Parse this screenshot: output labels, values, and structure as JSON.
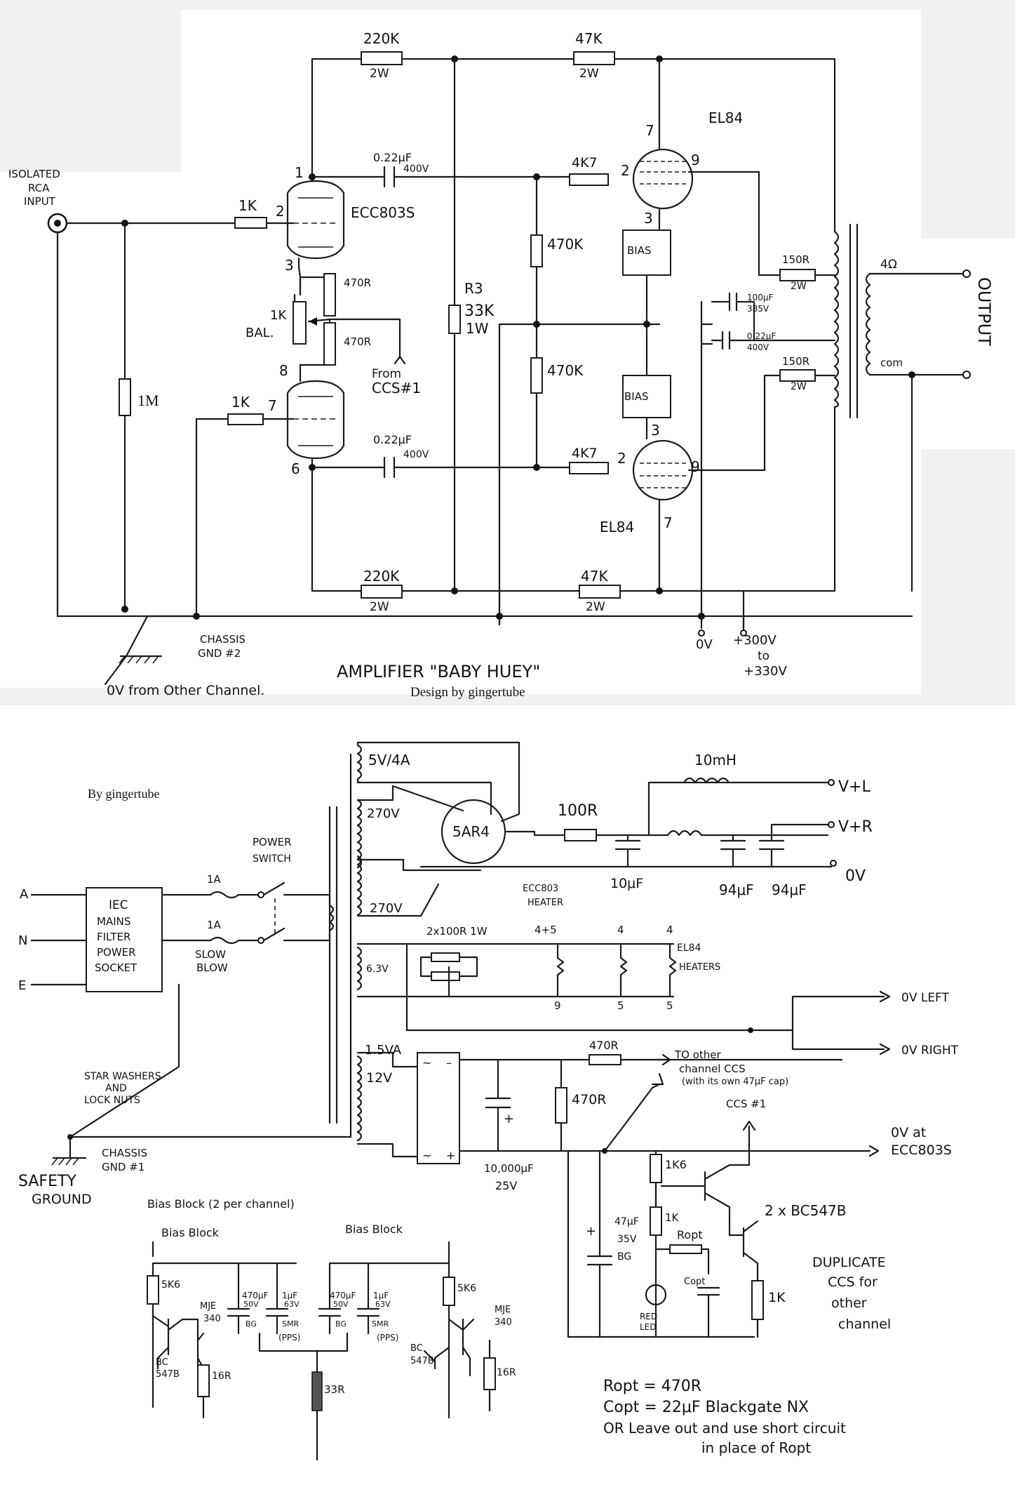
{
  "amp": {
    "input": [
      "ISOLATED",
      "RCA",
      "INPUT"
    ],
    "r_top_220k": "220K",
    "r_top_220k_w": "2W",
    "r_top_47k": "47K",
    "r_top_47k_w": "2W",
    "tube_el84_top": "EL84",
    "tube_el84_bottom": "EL84",
    "tube_ecc": "ECC803S",
    "cap_top": [
      "0.22μF",
      "400V"
    ],
    "cap_bottom": [
      "0.22μF",
      "400V"
    ],
    "r_grid_top": "4K7",
    "r_grid_bottom": "4K7",
    "r_in_top": "1K",
    "r_in_bottom": "1K",
    "r_470k_top": "470K",
    "r_470k_bottom": "470K",
    "r3": [
      "R3",
      "33K",
      "1W"
    ],
    "bal": [
      "1K",
      "BAL."
    ],
    "r_470r_a": "470R",
    "r_470r_b": "470R",
    "from_ccs": [
      "From",
      "CCS#1"
    ],
    "r_1m": "1M",
    "bias_top": "BIAS",
    "bias_bottom": "BIAS",
    "r_150_top": "150R",
    "r_150_top_w": "2W",
    "r_150_bottom": "150R",
    "r_150_bottom_w": "2W",
    "cap_100": [
      "100μF",
      "385V"
    ],
    "cap_022b": [
      "0.22μF",
      "400V"
    ],
    "out_4": "4Ω",
    "out_com": "com",
    "output": "OUTPUT",
    "r_bot_220k": "220K",
    "r_bot_220k_w": "2W",
    "r_bot_47k": "47K",
    "r_bot_47k_w": "2W",
    "chassis": [
      "CHASSIS",
      "GND #2"
    ],
    "zero_v": "0V",
    "hv": [
      "+300V",
      "to",
      "+330V"
    ],
    "title": "AMPLIFIER \"BABY HUEY\"",
    "other_channel": "0V from Other Channel.",
    "design_credit": "Design by gingertube",
    "pins": {
      "p1": "1",
      "p2": "2",
      "p3": "3",
      "p8": "8",
      "p7": "7",
      "p6": "6",
      "e7": "7",
      "e2": "2",
      "e3": "3",
      "e9": "9",
      "f3": "3",
      "f2": "2",
      "f9": "9",
      "f7": "7"
    }
  },
  "psu": {
    "credit": "By gingertube",
    "w5v": "5V/4A",
    "w270a": "270V",
    "w270b": "270V",
    "rect": "5AR4",
    "r100": "100R",
    "choke": "10mH",
    "vl": "V+L",
    "vr": "V+R",
    "ov": "0V",
    "c10": "10μF",
    "c94a": "94μF",
    "c94b": "94μF",
    "ecc_heater": [
      "ECC803",
      "HEATER"
    ],
    "power_switch": [
      "POWER",
      "SWITCH"
    ],
    "a": "A",
    "n": "N",
    "e": "E",
    "iec": [
      "IEC",
      "MAINS",
      "FILTER",
      "POWER",
      "SOCKET"
    ],
    "fuse1": "1A",
    "fuse2": "1A",
    "slow": [
      "SLOW",
      "BLOW"
    ],
    "r2x100": "2x100R 1W",
    "h_pins_top": [
      "4+5",
      "4",
      "4"
    ],
    "h_pins_bot": [
      "9",
      "5",
      "5"
    ],
    "el84_heaters": [
      "EL84",
      "HEATERS"
    ],
    "w63": "6.3V",
    "ov_left": "0V LEFT",
    "ov_right": "0V RIGHT",
    "w15va": "1.5VA",
    "w12v": "12V",
    "r470_ccs": "470R",
    "to_other": [
      "TO other",
      "channel CCS",
      "(with its own 47μF cap)"
    ],
    "r470_v": "470R",
    "ccs1": "CCS #1",
    "ov_at": [
      "0V at",
      "ECC803S"
    ],
    "star": [
      "STAR WASHERS",
      "AND",
      "LOCK NUTS"
    ],
    "chassis1": [
      "CHASSIS",
      "GND #1"
    ],
    "safety": [
      "SAFETY",
      "GROUND"
    ],
    "bias_pair": "Bias Block (2 per channel)",
    "cap_10000": [
      "10,000μF",
      "25V"
    ],
    "r1k6": "1K6",
    "r1k": "1K",
    "ropt": "Ropt",
    "copt": "Copt",
    "c47": [
      "47μF",
      "35V",
      "BG"
    ],
    "red_led": [
      "RED",
      "LED"
    ],
    "r1k_b": "1K",
    "bc547": "2 x BC547B",
    "duplicate": [
      "DUPLICATE",
      "CCS for",
      "other",
      "channel"
    ],
    "bias_block_l": "Bias Block",
    "bias_block_r": "Bias Block",
    "bb_5k6": "5K6",
    "bb_mje": [
      "MJE",
      "340"
    ],
    "bb_bc": [
      "BC",
      "547B"
    ],
    "bb_16r": "16R",
    "bb_c470": [
      "470μF",
      "50V",
      "BG"
    ],
    "bb_c1": [
      "1μF",
      "63V",
      "SMR",
      "(PPS)"
    ],
    "bb_33r": "33R",
    "notes": [
      "Ropt = 470R",
      "Copt = 22μF Blackgate NX",
      "OR Leave out and use short circuit",
      "in place of Ropt"
    ]
  }
}
